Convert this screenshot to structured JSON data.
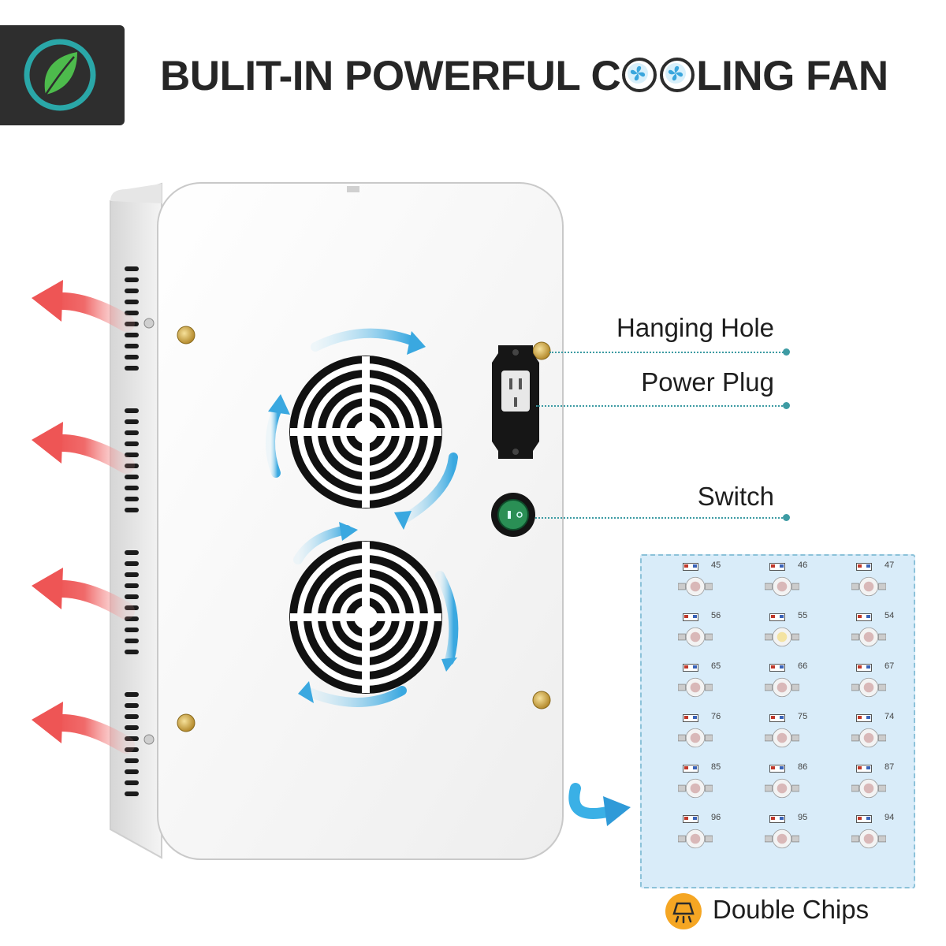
{
  "header": {
    "logo_icon": "leaf-icon",
    "title_prefix": "BULIT-IN POWERFUL C",
    "title_suffix": "LING FAN",
    "title_o_icon": "fan-icon"
  },
  "callouts": [
    {
      "label": "Hanging Hole"
    },
    {
      "label": "Power Plug"
    },
    {
      "label": "Switch"
    }
  ],
  "chips": {
    "numbers": [
      "45",
      "46",
      "47",
      "56",
      "55",
      "54",
      "65",
      "66",
      "67",
      "76",
      "75",
      "74",
      "85",
      "86",
      "87",
      "96",
      "95",
      "94"
    ]
  },
  "legend": {
    "icon": "lamp-icon",
    "label": "Double Chips"
  },
  "colors": {
    "accent": "#3d9ba3",
    "hot_arrow": "#f06a6a",
    "cool_arrow": "#4fb8e6",
    "badge": "#f5a623"
  }
}
